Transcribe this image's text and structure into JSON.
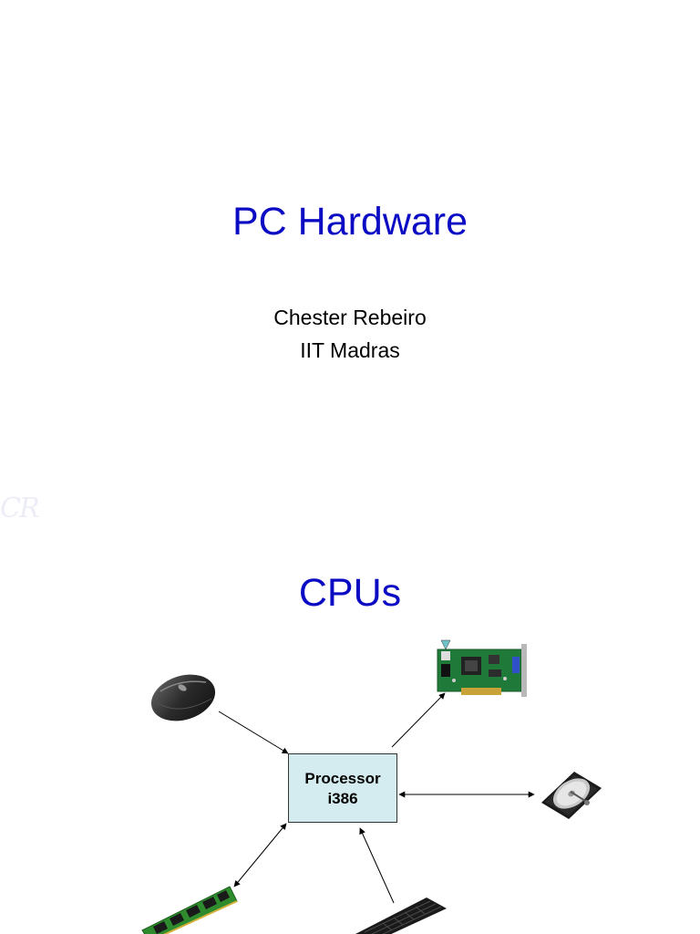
{
  "slide1": {
    "title": "PC Hardware",
    "author": "Chester Rebeiro",
    "affiliation": "IIT Madras",
    "watermark": "CR"
  },
  "slide2": {
    "title": "CPUs",
    "processor": {
      "line1": "Processor",
      "line2": "i386"
    },
    "devices": [
      "mouse-icon",
      "graphics-card-icon",
      "hard-disk-icon",
      "ram-module-icon",
      "keyboard-icon"
    ],
    "colors": {
      "title": "#0b0bc4",
      "processor_fill": "#d4ecef"
    }
  }
}
